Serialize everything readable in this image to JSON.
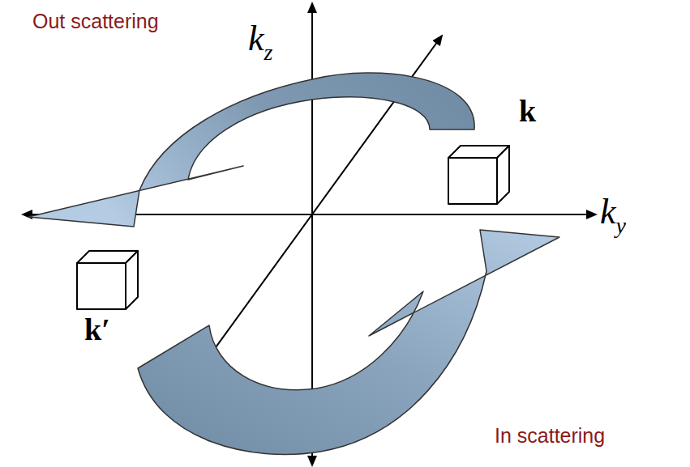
{
  "diagram": {
    "labels": [
      "Out scattering",
      "kz",
      "k",
      "ky",
      "k′",
      "In scattering"
    ]
  }
}
